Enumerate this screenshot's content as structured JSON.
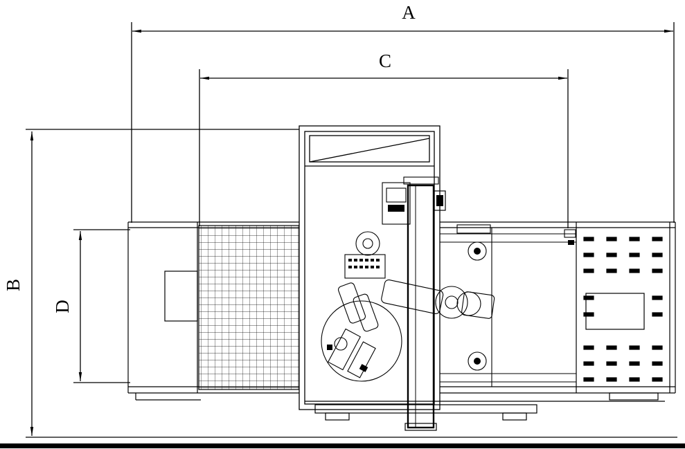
{
  "drawing": {
    "type": "engineering-dimension-diagram",
    "line_color": "#000000",
    "background_color": "#ffffff",
    "dimension_labels": {
      "a": "A",
      "b": "B",
      "c": "C",
      "d": "D"
    }
  }
}
